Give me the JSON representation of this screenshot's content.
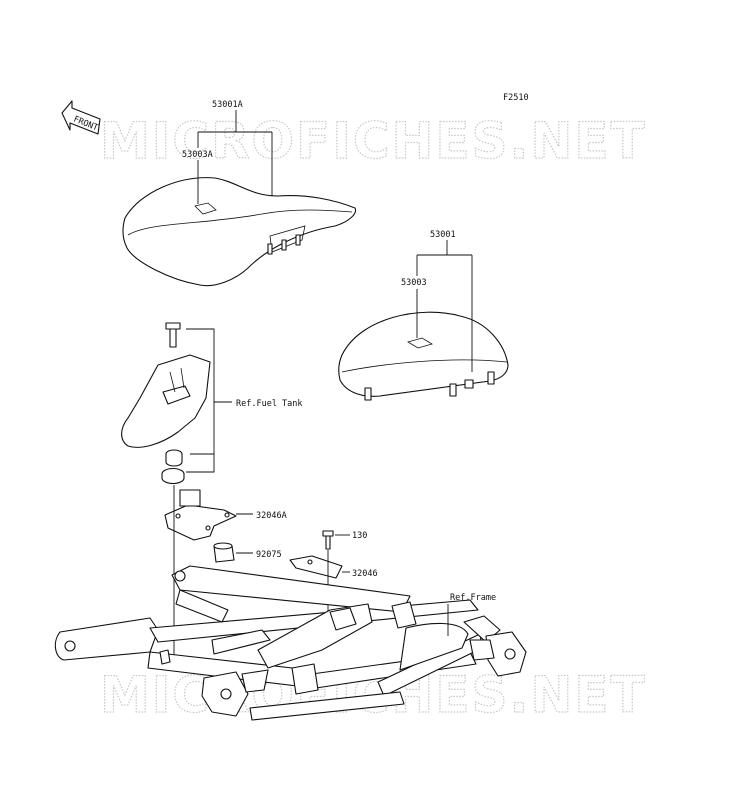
{
  "figure_code": "F2510",
  "watermark_text": "MICROFICHES.NET",
  "front_arrow_label": "FRONT",
  "labels": {
    "p53001A": "53001A",
    "p53003A": "53003A",
    "p53001": "53001",
    "p53003": "53003",
    "ref_fuel_tank": "Ref.Fuel Tank",
    "p32046A": "32046A",
    "p92075": "92075",
    "p130": "130",
    "p32046": "32046",
    "ref_frame": "Ref.Frame"
  }
}
